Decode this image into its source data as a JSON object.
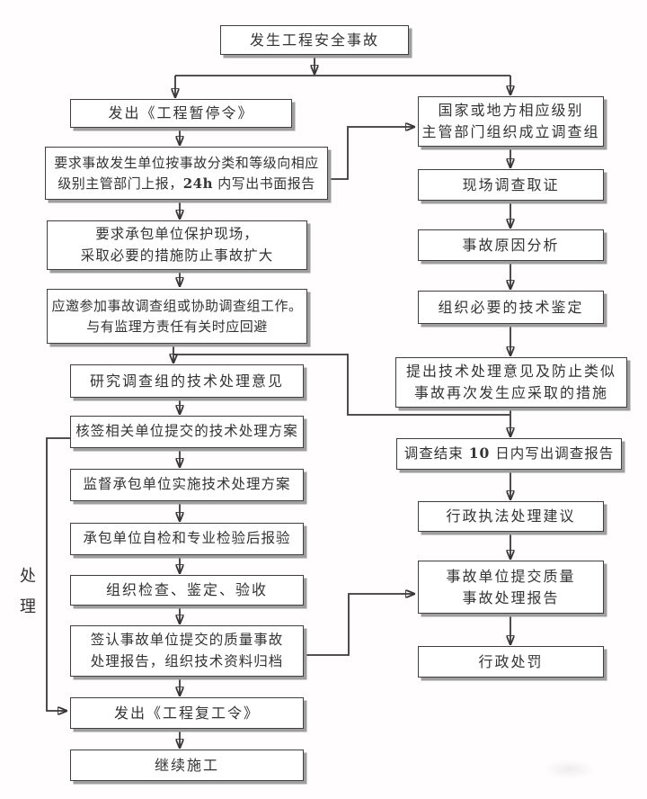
{
  "flow": {
    "start": "发生工程安全事故",
    "side_label": "处理",
    "left": [
      {
        "text": "发出《工程暂停令》"
      },
      {
        "line1": "要求事故发生单位按事故分类和等级向相应",
        "line2_pre": "级别主管部门上报，",
        "line2_bold": "24h",
        "line2_post": " 内写出书面报告"
      },
      {
        "line1": "要求承包单位保护现场，",
        "line2": "采取必要的措施防止事故扩大"
      },
      {
        "line1": "应邀参加事故调查组或协助调查组工作。",
        "line2": "与有监理方责任有关时应回避"
      },
      {
        "text": "研究调查组的技术处理意见"
      },
      {
        "text": "核签相关单位提交的技术处理方案"
      },
      {
        "text": "监督承包单位实施技术处理方案"
      },
      {
        "text": "承包单位自检和专业检验后报验"
      },
      {
        "text": "组织检查、鉴定、验收"
      },
      {
        "line1": "签认事故单位提交的质量事故",
        "line2": "处理报告，组织技术资料归档"
      },
      {
        "text": "发出《工程复工令》"
      },
      {
        "text": "继续施工"
      }
    ],
    "right": [
      {
        "line1": "国家或地方相应级别",
        "line2": "主管部门组织成立调查组"
      },
      {
        "text": "现场调查取证"
      },
      {
        "text": "事故原因分析"
      },
      {
        "text": "组织必要的技术鉴定"
      },
      {
        "line1": "提出技术处理意见及防止类似",
        "line2": "事故再次发生应采取的措施"
      },
      {
        "pre": "调查结束 ",
        "bold": "10",
        "post": " 日内写出调查报告"
      },
      {
        "text": "行政执法处理建议"
      },
      {
        "line1": "事故单位提交质量",
        "line2": "事故处理报告"
      },
      {
        "text": "行政处罚"
      }
    ]
  },
  "colors": {
    "background": "#fffdfd",
    "box_border": "#3f3f3f",
    "box_shadow": "#9e9e9e",
    "line": "#383838",
    "text": "#333333"
  }
}
